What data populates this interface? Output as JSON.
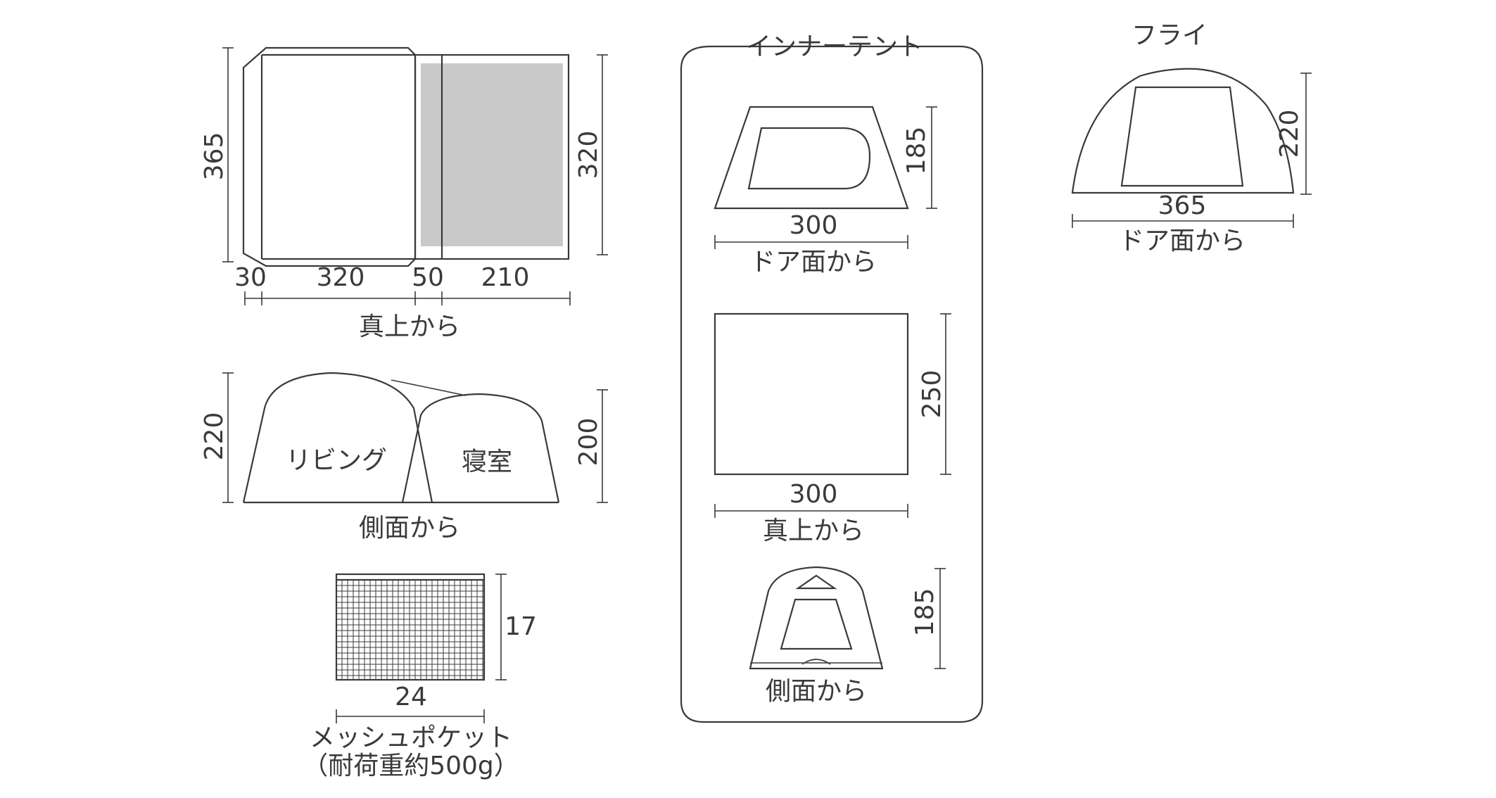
{
  "overall": {
    "top_view": {
      "caption": "真上から",
      "height_left": "365",
      "height_right": "320",
      "widths": [
        "30",
        "320",
        "50",
        "210"
      ]
    },
    "side_view": {
      "caption": "側面から",
      "height_left": "220",
      "height_right": "200",
      "label_living": "リビング",
      "label_bedroom": "寝室"
    },
    "pocket": {
      "height": "17",
      "width": "24",
      "caption_line1": "メッシュポケット",
      "caption_line2": "（耐荷重約500g）"
    }
  },
  "inner_tent": {
    "title": "インナーテント",
    "door_view": {
      "height": "185",
      "width": "300",
      "caption": "ドア面から"
    },
    "top_view": {
      "depth": "250",
      "width": "300",
      "caption": "真上から"
    },
    "side_view": {
      "height": "185",
      "caption": "側面から"
    }
  },
  "fly": {
    "title": "フライ",
    "height": "220",
    "width": "365",
    "caption": "ドア面から"
  },
  "colors": {
    "line": "#3a3a3a",
    "fill_gray": "#c9c9c9",
    "background": "#ffffff"
  }
}
